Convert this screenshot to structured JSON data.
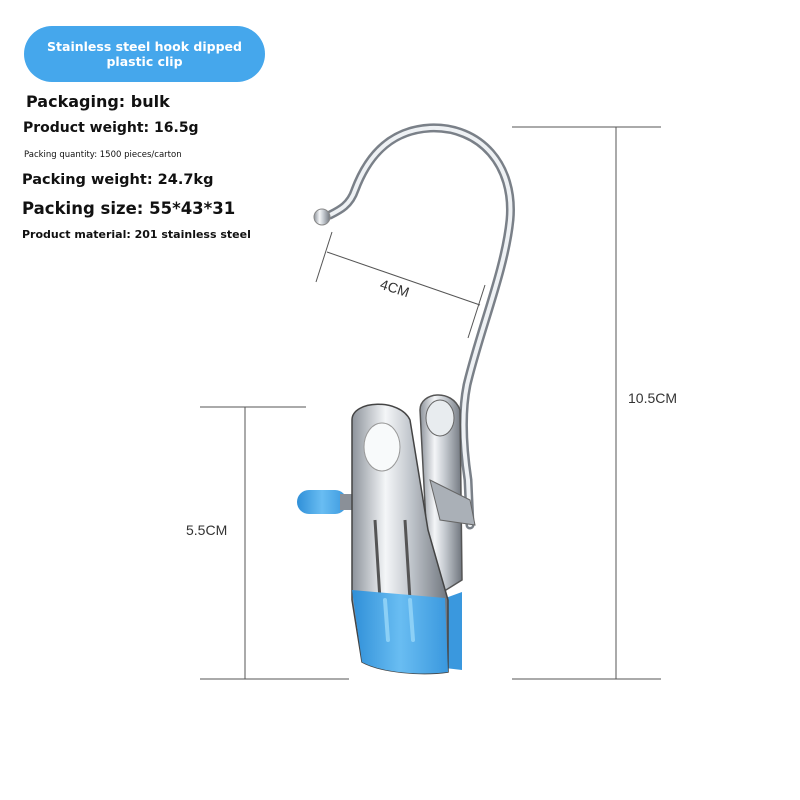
{
  "badge": {
    "title": "Stainless steel hook dipped plastic clip",
    "color": "#45a7ec"
  },
  "specs": [
    "Packaging: bulk",
    "Product weight: 16.5g",
    "Packing quantity: 1500 pieces/carton",
    "Packing weight: 24.7kg",
    "Packing size: 55*43*31",
    "Product material: 201 stainless steel"
  ],
  "dimensions": {
    "hook_width": "4CM",
    "total_height": "10.5CM",
    "clip_height": "5.5CM"
  },
  "colors": {
    "clip_tip": "#4aa3e6",
    "steel": "#c8ccd2"
  }
}
